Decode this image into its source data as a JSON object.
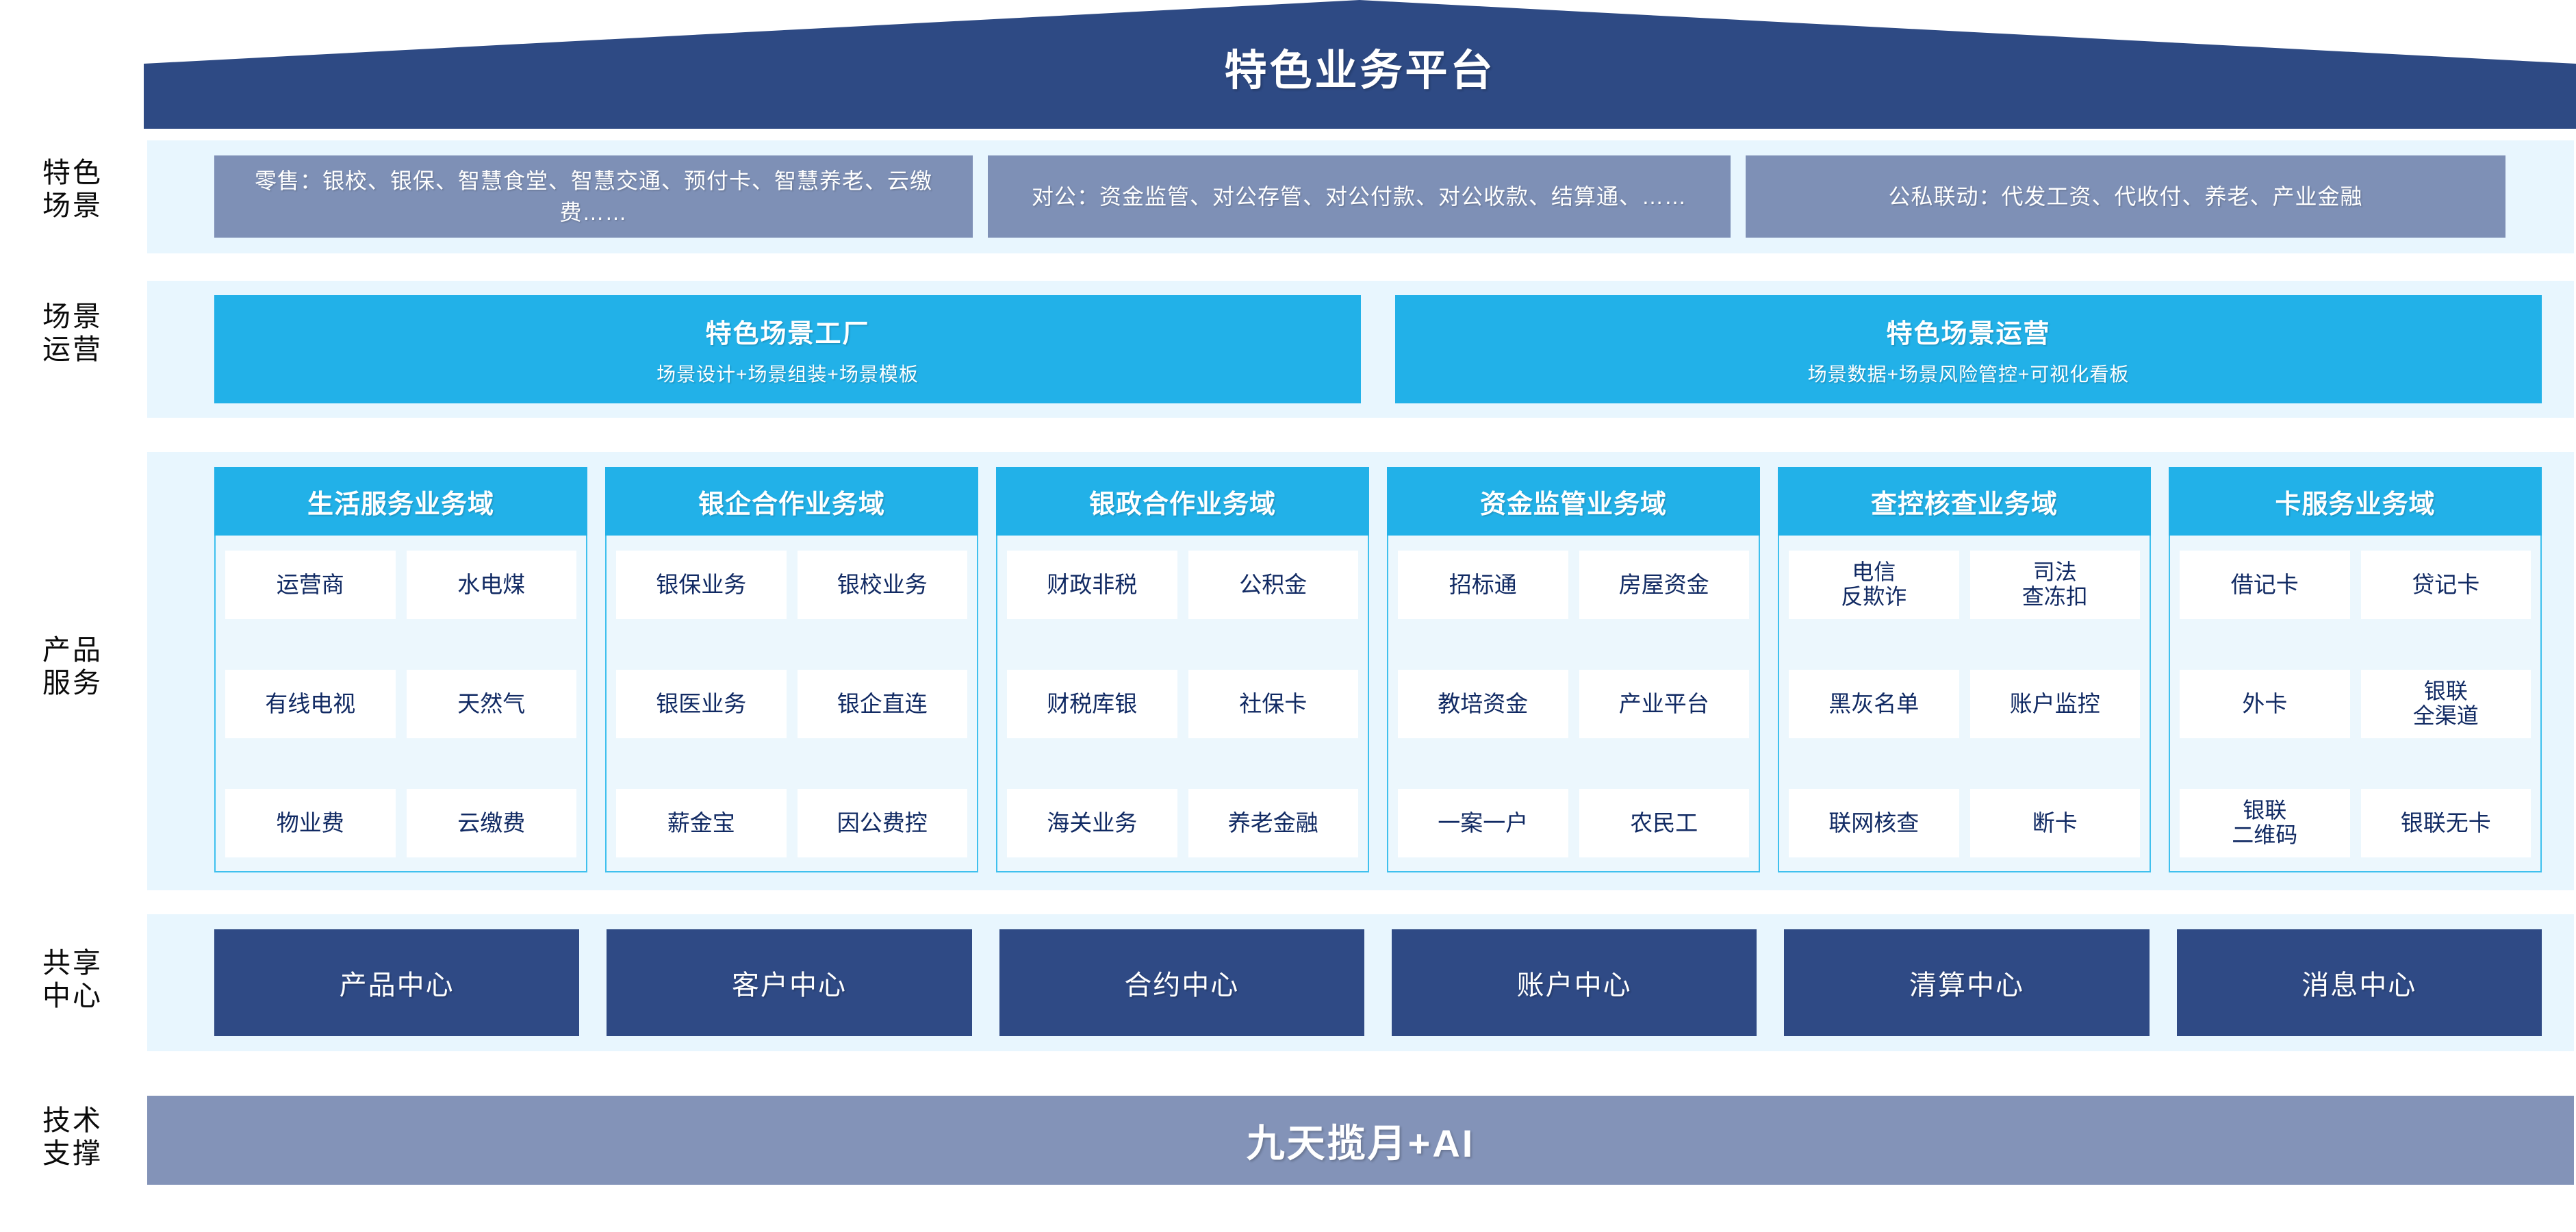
{
  "header": {
    "title": "特色业务平台",
    "roof_color": "#2E4A84"
  },
  "rail": {
    "labels": [
      {
        "line1": "特色",
        "line2": "场景"
      },
      {
        "line1": "场景",
        "line2": "运营"
      },
      {
        "line1": "产品",
        "line2": "服务"
      },
      {
        "line1": "共享",
        "line2": "中心"
      },
      {
        "line1": "技术",
        "line2": "支撑"
      }
    ]
  },
  "scenarios": {
    "band_color": "#E8F6FE",
    "box_color": "#7E90B6",
    "items": [
      {
        "text": "零售：银校、银保、智慧食堂、智慧交通、预付卡、智慧养老、云缴费……"
      },
      {
        "text": "对公：资金监管、对公存管、对公付款、对公收款、结算通、……"
      },
      {
        "text": "公私联动：代发工资、代收付、养老、产业金融"
      }
    ]
  },
  "operations": {
    "box_color": "#22B1E8",
    "items": [
      {
        "title": "特色场景工厂",
        "subtitle": "场景设计+场景组装+场景模板"
      },
      {
        "title": "特色场景运营",
        "subtitle": "场景数据+场景风险管控+可视化看板"
      }
    ]
  },
  "products": {
    "head_color": "#22B1E8",
    "border_color": "#3FC0EE",
    "columns": [
      {
        "title": "生活服务业务域",
        "rows": [
          [
            "运营商",
            "水电煤"
          ],
          [
            "有线电视",
            "天然气"
          ],
          [
            "物业费",
            "云缴费"
          ]
        ]
      },
      {
        "title": "银企合作业务域",
        "rows": [
          [
            "银保业务",
            "银校业务"
          ],
          [
            "银医业务",
            "银企直连"
          ],
          [
            "薪金宝",
            "因公费控"
          ]
        ]
      },
      {
        "title": "银政合作业务域",
        "rows": [
          [
            "财政非税",
            "公积金"
          ],
          [
            "财税库银",
            "社保卡"
          ],
          [
            "海关业务",
            "养老金融"
          ]
        ]
      },
      {
        "title": "资金监管业务域",
        "rows": [
          [
            "招标通",
            "房屋资金"
          ],
          [
            "教培资金",
            "产业平台"
          ],
          [
            "一案一户",
            "农民工"
          ]
        ]
      },
      {
        "title": "查控核查业务域",
        "rows": [
          [
            "电信\n反欺诈",
            "司法\n查冻扣"
          ],
          [
            "黑灰名单",
            "账户监控"
          ],
          [
            "联网核查",
            "断卡"
          ]
        ]
      },
      {
        "title": "卡服务业务域",
        "rows": [
          [
            "借记卡",
            "贷记卡"
          ],
          [
            "外卡",
            "银联\n全渠道"
          ],
          [
            "银联\n二维码",
            "银联无卡"
          ]
        ]
      }
    ]
  },
  "shared_centers": {
    "box_color": "#2F4A85",
    "items": [
      "产品中心",
      "客户中心",
      "合约中心",
      "账户中心",
      "清算中心",
      "消息中心"
    ]
  },
  "tech_support": {
    "bar_color": "#8393B8",
    "text": "九天揽月+AI"
  }
}
